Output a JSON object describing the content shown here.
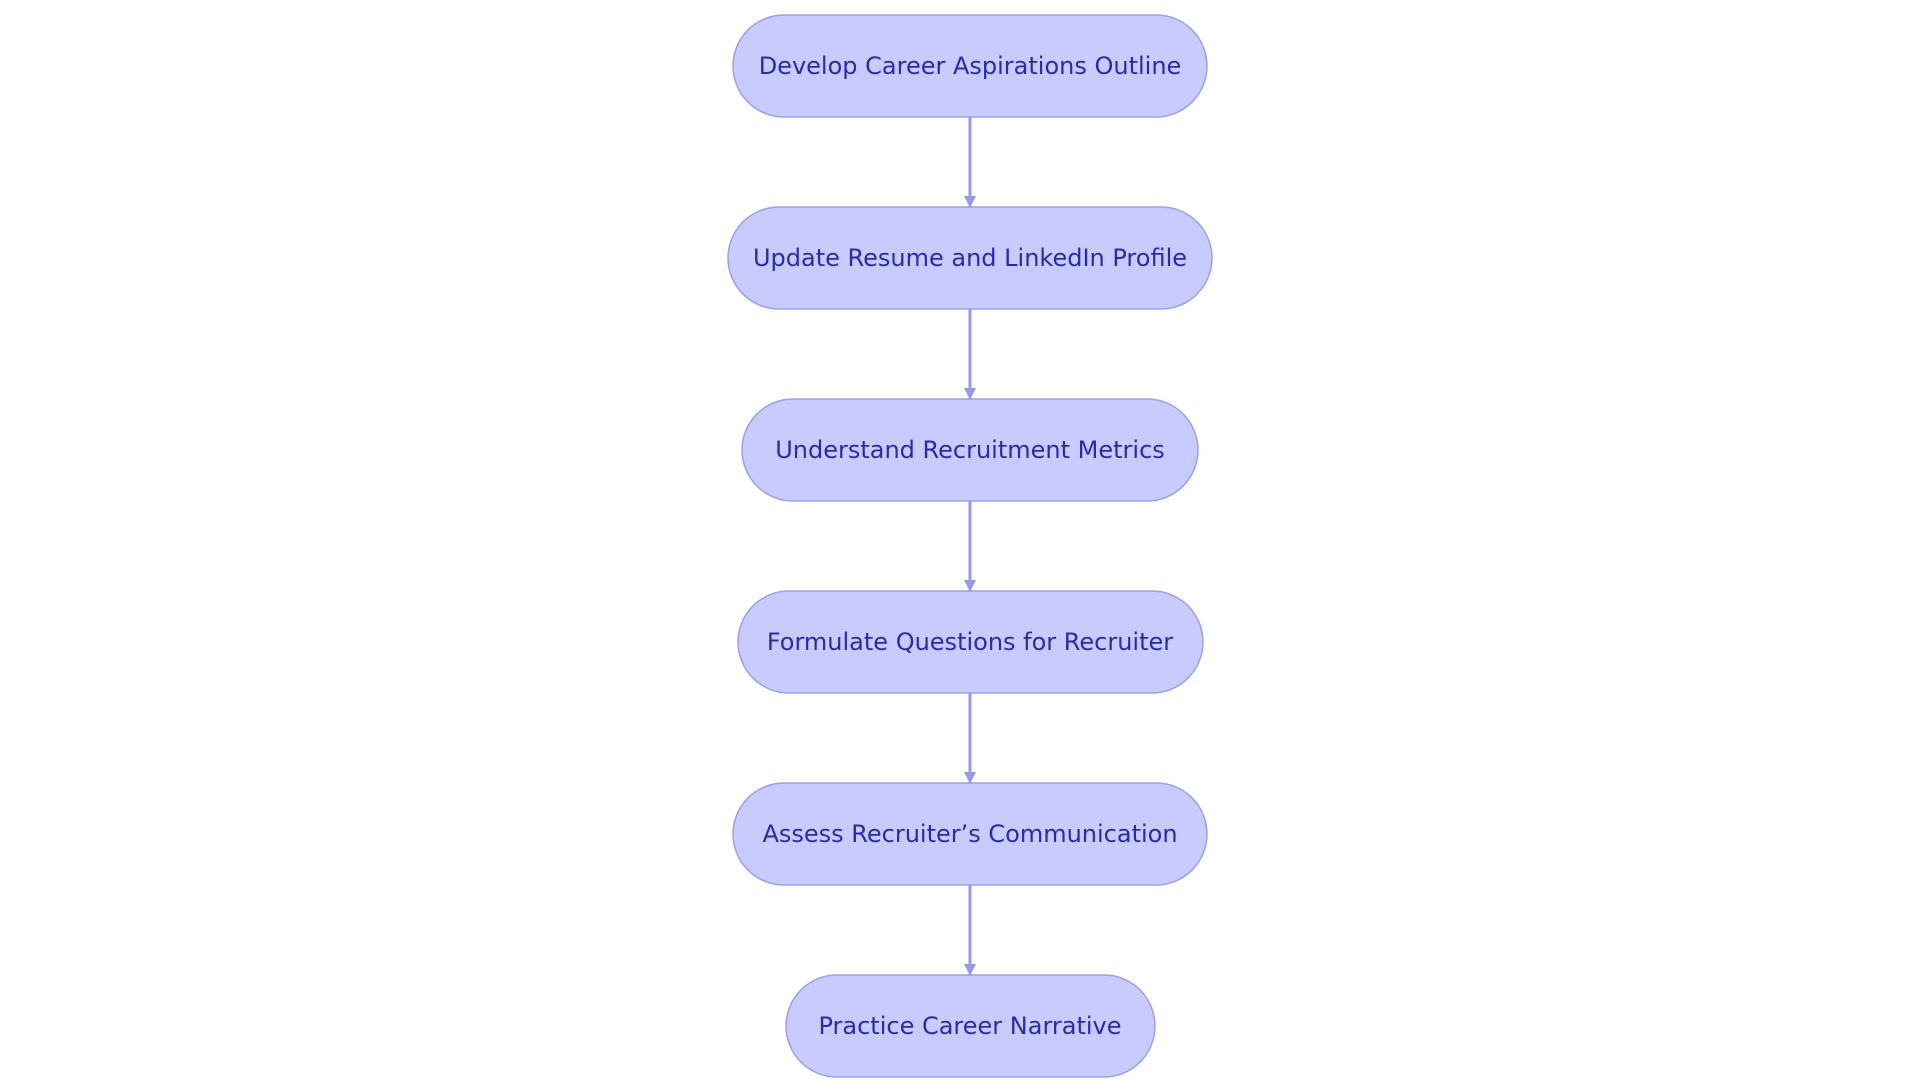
{
  "diagram": {
    "type": "flowchart",
    "direction": "top-to-bottom",
    "colors": {
      "node_fill": "#c7cbfd",
      "node_stroke": "#9aa0ec",
      "node_text": "#2b2ba8",
      "edge": "#959be6"
    },
    "nodes": [
      {
        "id": "n1",
        "label": "Develop Career Aspirations Outline"
      },
      {
        "id": "n2",
        "label": "Update Resume and LinkedIn Profile"
      },
      {
        "id": "n3",
        "label": "Understand Recruitment Metrics"
      },
      {
        "id": "n4",
        "label": "Formulate Questions for Recruiter"
      },
      {
        "id": "n5",
        "label": "Assess Recruiter’s Communication"
      },
      {
        "id": "n6",
        "label": "Practice Career Narrative"
      }
    ],
    "edges": [
      {
        "from": "n1",
        "to": "n2"
      },
      {
        "from": "n2",
        "to": "n3"
      },
      {
        "from": "n3",
        "to": "n4"
      },
      {
        "from": "n4",
        "to": "n5"
      },
      {
        "from": "n5",
        "to": "n6"
      }
    ]
  }
}
